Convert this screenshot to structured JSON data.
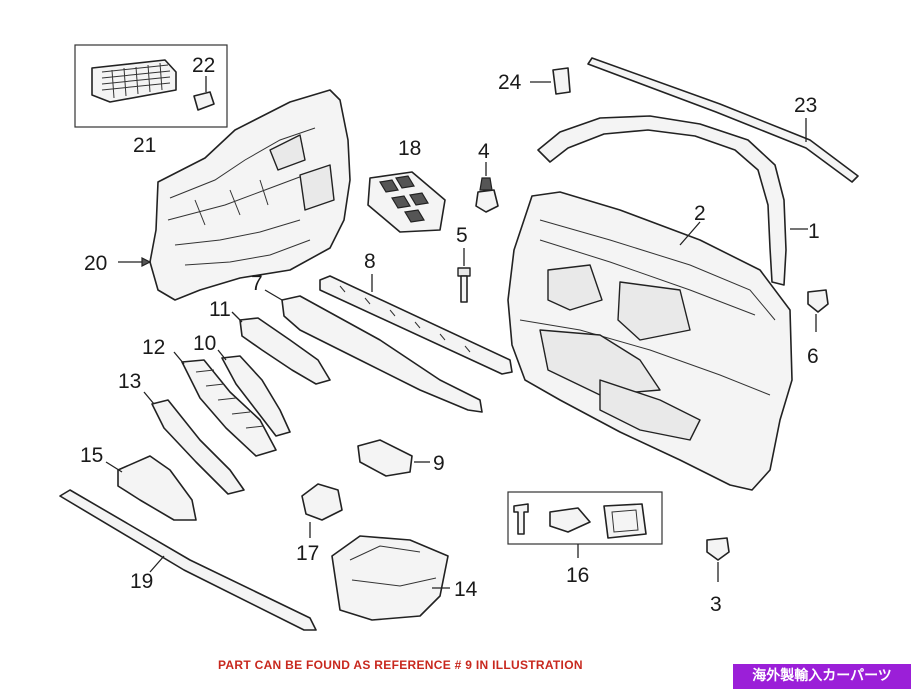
{
  "callouts": [
    "1",
    "2",
    "3",
    "4",
    "5",
    "6",
    "7",
    "8",
    "9",
    "10",
    "11",
    "12",
    "13",
    "14",
    "15",
    "16",
    "17",
    "18",
    "19",
    "20",
    "21",
    "22",
    "23",
    "24"
  ],
  "footer_note": "PART CAN BE FOUND AS REFERENCE # 9 IN ILLUSTRATION",
  "seller_badge": "海外製輸入カーパーツ",
  "colors": {
    "footer_note": "#c8281e",
    "badge_bg": "#9b1fd8",
    "line": "#222222"
  }
}
